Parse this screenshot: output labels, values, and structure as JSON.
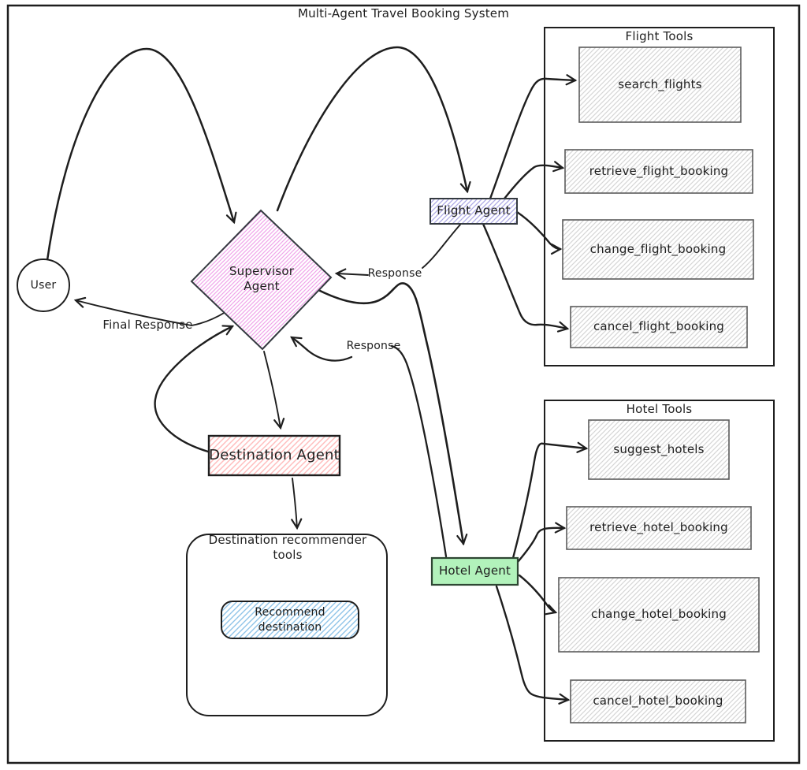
{
  "title": "Multi-Agent Travel Booking System",
  "nodes": {
    "user": {
      "label": "User"
    },
    "supervisor": {
      "label": "Supervisor Agent"
    },
    "flight_agent": {
      "label": "Flight Agent"
    },
    "hotel_agent": {
      "label": "Hotel Agent"
    },
    "destination_agent": {
      "label": "Destination Agent"
    }
  },
  "edge_labels": {
    "final_response": "Final Response",
    "flight_response": "Response",
    "hotel_response": "Response"
  },
  "groups": {
    "flight_tools": {
      "title": "Flight Tools",
      "tools": [
        "search_flights",
        "retrieve_flight_booking",
        "change_flight_booking",
        "cancel_flight_booking"
      ]
    },
    "hotel_tools": {
      "title": "Hotel Tools",
      "tools": [
        "suggest_hotels",
        "retrieve_hotel_booking",
        "change_hotel_booking",
        "cancel_hotel_booking"
      ]
    },
    "destination_tools": {
      "title": "Destination recommender tools",
      "tools": [
        "Recommend destination"
      ]
    }
  },
  "colors": {
    "ink": "#1e1e1e",
    "supervisor_hatch": "#f0a5ea",
    "flight_hatch": "#aeaae6",
    "destination_hatch": "#ffbdbd",
    "recommend_hatch": "#8fc4e8",
    "tool_hatch": "#d4d4d4",
    "hotel_fill": "#b2f2bb"
  }
}
